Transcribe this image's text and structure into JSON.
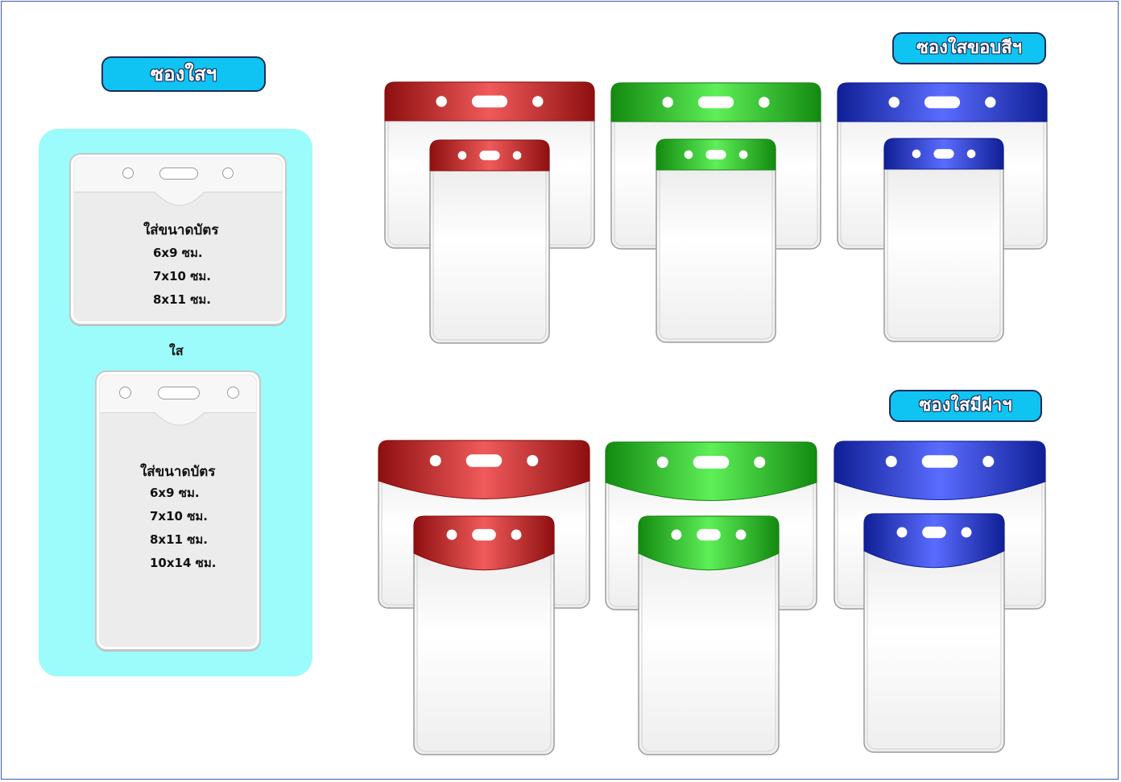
{
  "labels": {
    "clear": "ซองใสฯ",
    "color_border": "ซองใสขอบสีฯ",
    "with_flap": "ซองใสมีฝาฯ"
  },
  "horizontal_card": {
    "title": "ใส่ขนาดบัตร",
    "sizes": [
      "6x9 ซม.",
      "7x10 ซม.",
      "8x11 ซม."
    ]
  },
  "connector": "ใส",
  "vertical_card": {
    "title": "ใส่ขนาดบัตร",
    "sizes": [
      "6x9 ซม.",
      "7x10 ซม.",
      "8x11 ซม.",
      "10x14 ซม."
    ]
  },
  "colors": {
    "accent": "#0fc4f2",
    "panel": "#9cfbfb",
    "red": "#d8191b",
    "green": "#22c01c",
    "blue": "#1c33d6"
  }
}
